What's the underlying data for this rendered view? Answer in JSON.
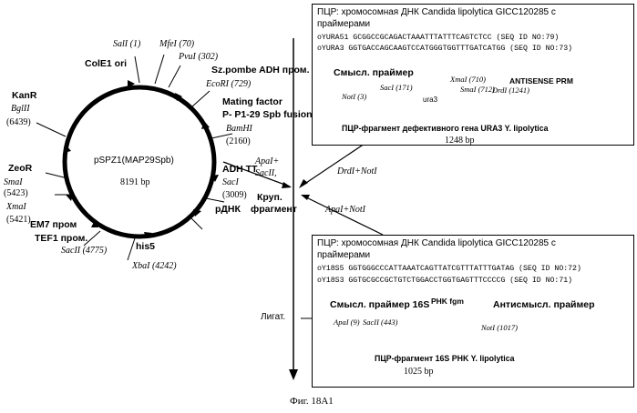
{
  "plasmid": {
    "name": "pSPZ1(MAP29Spb)",
    "size": "8191 bp",
    "sites": {
      "sali": "SalI (1)",
      "mfei": "MfeI (70)",
      "pvui": "PvuI (302)",
      "ecori": "EcoRI (729)",
      "bamhi_name": "BamHI",
      "bamhi_pos": "(2160)",
      "saci_name": "SacI",
      "saci_pos": "(3009)",
      "xbai": "XbaI (4242)",
      "sacii": "SacII (4775)",
      "xmai_name": "XmaI",
      "xmai_pos": "(5421)",
      "smai_name": "SmaI",
      "smai_pos": "(5423)",
      "bglii_name": "BglII",
      "bglii_pos": "(6439)"
    },
    "features": {
      "cole1": "ColE1 ori",
      "adh_prom": "Sz.pombe ADH пром.",
      "mating1": "Mating factor",
      "mating2": "P- P1-29 Spb fusion",
      "adh_tt": "ADH TT",
      "rdna": "рДНК",
      "his5": "his5",
      "tef1": "TEF1 пром.",
      "em7": "EM7 пром",
      "zeor": "ZeoR",
      "kanr": "KanR"
    }
  },
  "box_top": {
    "title_line1": "ПЦР: хромосомная ДНК Candida lipolytica GICC120285 с",
    "title_line2": "праймерами",
    "primer1": "oYURA51  GCGGCCGCAGACTAAATTTATTTCAGTCTCC (SEQ ID NO:79)",
    "primer2": "oYURA3   GGTGACCAGCAAGTCCATGGGTGGTTTGATCATGG (SEQ ID NO:73)",
    "sense_primer": "Смысл. праймер",
    "antisense": "ANTISENSE PRM",
    "xmai": "XmaI (710)",
    "smai": "SmaI (712)",
    "drdi": "DrdI (1241)",
    "noti": "NotI (3)",
    "saci": "SacI (171)",
    "ura3": "ura3",
    "caption": "ПЦР-фрагмент дефективного гена URA3 Y. lipolytica",
    "size": "1248 bp"
  },
  "box_bottom": {
    "title_line1": "ПЦР: хромосомная ДНК Candida lipolytica GICC120285 с",
    "title_line2": "праймерами",
    "primer1": "oY18S5  GGTGGGCCCATTAAATCAGTTATCGTTTATTTGATAG (SEQ ID NO:72)",
    "primer2": "oY18S3  GGTGCGCCGCTGTCTGGACCTGGTGAGTTTCCCCG (SEQ ID NO:71)",
    "sense_primer": "Смысл. праймер 16S",
    "rna_fgm": "PHK fgm",
    "antisense": "Антисмысл. праймер",
    "apai": "ApaI (9)",
    "sacii": "SacII (443)",
    "noti": "NotI (1017)",
    "caption": "ПЦР-фрагмент 16S PHK Y. lipolytica",
    "size": "1025 bp"
  },
  "center": {
    "apai_sacii_1": "ApaI+",
    "apai_sacii_2": "SacII,",
    "drdi_noti": "DrdI+NotI",
    "large_frag_1": "Круп.",
    "large_frag_2": "фрагмент",
    "apai_noti": "ApaI+NotI",
    "ligation": "Лигат."
  },
  "figure_caption": "Фиг. 18А1"
}
